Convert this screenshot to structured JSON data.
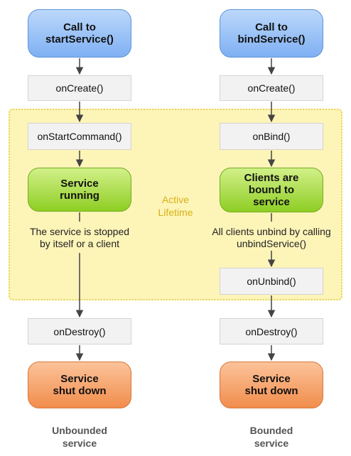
{
  "region": {
    "label_line1": "Active",
    "label_line2": "Lifetime"
  },
  "unbounded": {
    "start_line1": "Call to",
    "start_line2": "startService()",
    "on_create": "onCreate()",
    "on_start_command": "onStartCommand()",
    "running_line1": "Service",
    "running_line2": "running",
    "note_line1": "The service is stopped",
    "note_line2": "by itself or a client",
    "on_destroy": "onDestroy()",
    "end_line1": "Service",
    "end_line2": "shut down",
    "caption_line1": "Unbounded",
    "caption_line2": "service"
  },
  "bounded": {
    "start_line1": "Call to",
    "start_line2": "bindService()",
    "on_create": "onCreate()",
    "on_bind": "onBind()",
    "bound_line1": "Clients are",
    "bound_line2": "bound to",
    "bound_line3": "service",
    "note_line1": "All clients unbind by calling",
    "note_line2": "unbindService()",
    "on_unbind": "onUnbind()",
    "on_destroy": "onDestroy()",
    "end_line1": "Service",
    "end_line2": "shut down",
    "caption_line1": "Bounded",
    "caption_line2": "service"
  },
  "colors": {
    "start": "#7fb0f3",
    "running": "#8ece24",
    "end": "#f18d4c",
    "region": "#fdf4b8",
    "region_label": "#d6b219",
    "arrow": "#444444"
  }
}
